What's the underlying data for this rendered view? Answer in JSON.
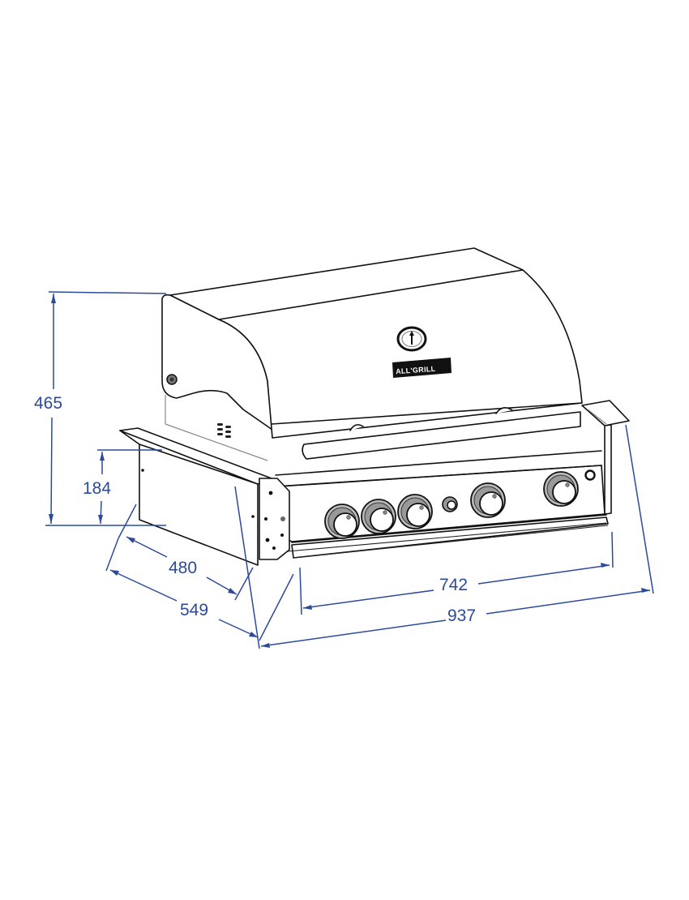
{
  "drawing": {
    "subject": "Built-in gas grill (4 burners + side burner knob) technical dimension drawing",
    "brand_badge": "ALL'GRILL",
    "units": "mm",
    "line_color": "#111111",
    "dimension_color": "#2b4a9a",
    "background": "#ffffff"
  },
  "dimensions": {
    "total_height": "465",
    "cutout_height": "184",
    "cutout_depth": "480",
    "total_depth": "549",
    "cutout_width": "742",
    "total_width": "937"
  },
  "control_panel": {
    "knob_count": 5,
    "ignition_button": true,
    "indicator_light": true
  }
}
